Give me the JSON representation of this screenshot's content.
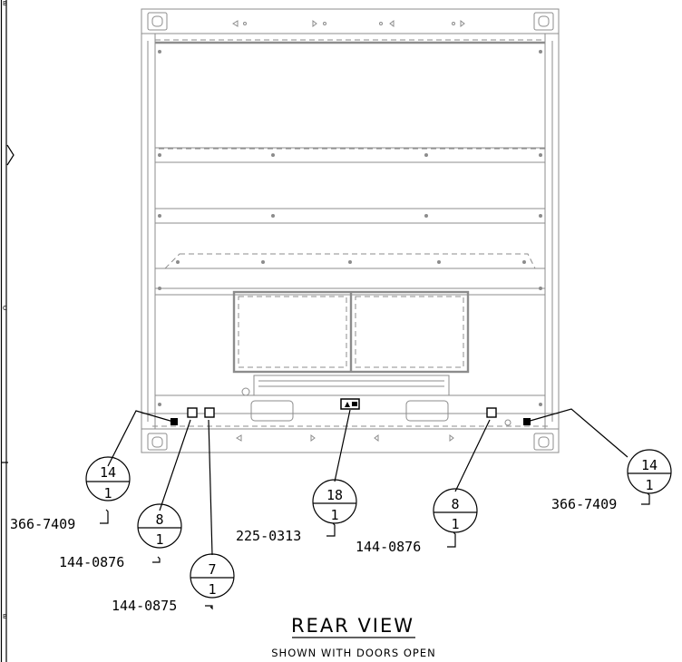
{
  "drawing": {
    "title": "REAR VIEW",
    "subtitle": "SHOWN WITH DOORS OPEN"
  },
  "zone_letters": [
    "B",
    "C",
    "B"
  ],
  "callouts": [
    {
      "item": "14",
      "qty": "1",
      "part": "366-7409"
    },
    {
      "item": "8",
      "qty": "1",
      "part": "144-0876"
    },
    {
      "item": "7",
      "qty": "1",
      "part": "144-0875"
    },
    {
      "item": "18",
      "qty": "1",
      "part": "225-0313"
    },
    {
      "item": "8",
      "qty": "1",
      "part": "144-0876"
    },
    {
      "item": "14",
      "qty": "1",
      "part": "366-7409"
    }
  ]
}
